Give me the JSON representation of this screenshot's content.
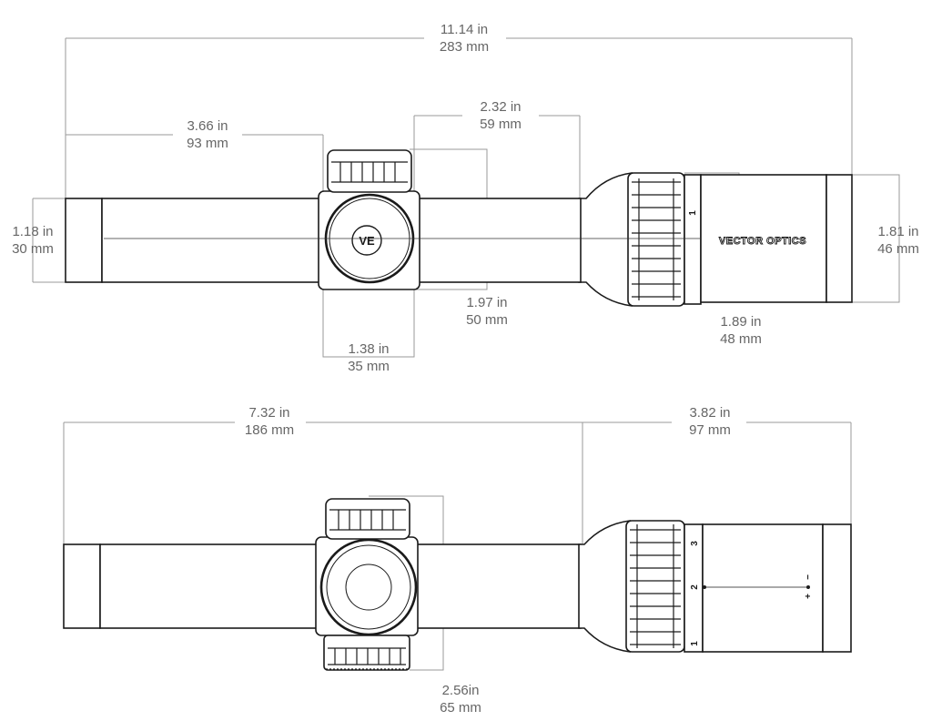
{
  "top_view": {
    "overall_length": {
      "in": "11.14 in",
      "mm": "283 mm"
    },
    "objective_to_turret": {
      "in": "3.66 in",
      "mm": "93 mm"
    },
    "turret_span": {
      "in": "2.32 in",
      "mm": "59 mm"
    },
    "tube_diameter": {
      "in": "1.18 in",
      "mm": "30 mm"
    },
    "eyepiece_diameter": {
      "in": "1.81 in",
      "mm": "46 mm"
    },
    "saddle_to_tube": {
      "in": "1.97 in",
      "mm": "50 mm"
    },
    "saddle_length": {
      "in": "1.38 in",
      "mm": "35 mm"
    },
    "eyepiece_length": {
      "in": "1.89 in",
      "mm": "48 mm"
    },
    "brand_text": "VECTOR OPTICS",
    "logo_text": "VE",
    "zoom_mark": "1"
  },
  "bottom_view": {
    "front_section": {
      "in": "7.32 in",
      "mm": "186 mm"
    },
    "rear_section": {
      "in": "3.82 in",
      "mm": "97 mm"
    },
    "turret_height": {
      "in": "2.56in",
      "mm": "65 mm"
    },
    "zoom_marks": [
      "3",
      "2",
      "1"
    ],
    "diopter_plus": "+",
    "diopter_minus": "−"
  }
}
